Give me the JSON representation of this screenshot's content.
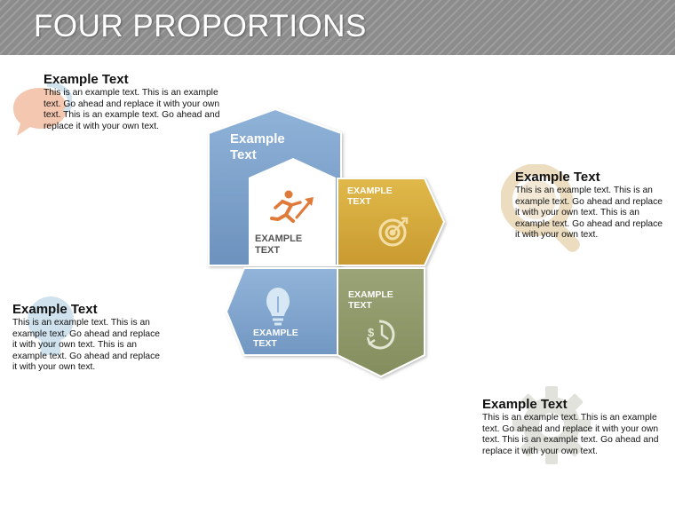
{
  "title": "FOUR PROPORTIONS",
  "colors": {
    "header": "#8c8c8c",
    "blue": "#7a9fc6",
    "blue_light": "#8fb2d8",
    "gold": "#d4aa3e",
    "olive": "#8f996a",
    "orange": "#e07a3a",
    "peach": "#f4c8b0",
    "sand": "#ecdcc0",
    "teal_light": "#cfe2ee",
    "grey_light": "#e2e2dc"
  },
  "callouts": [
    {
      "heading": "Example Text",
      "body": "This is an example text. This is an example text. Go ahead and replace it with your own text. This is an example text. Go ahead and replace it with your own text.",
      "icon": "speech-bubble-icon"
    },
    {
      "heading": "Example Text",
      "body": "This is an example text. This is an example text. Go ahead and replace it with your own text. This is an example text. Go ahead and replace it with your own text.",
      "icon": "magnifier-icon"
    },
    {
      "heading": "Example Text",
      "body": "This is an example text. This is an example text. Go ahead and replace it with your own text. This is an example text. Go ahead and replace it with your own text.",
      "icon": "lightbulb-icon"
    },
    {
      "heading": "Example Text",
      "body": "This is an example text. This is an example text. Go ahead and replace it with your own text. This is an example text. Go ahead and replace it with your own text.",
      "icon": "gear-icon"
    }
  ],
  "diagram": {
    "top_label_line1": "Example",
    "top_label_line2": "Text",
    "center_label_line1": "EXAMPLE",
    "center_label_line2": "TEXT",
    "gold_label_line1": "EXAMPLE",
    "gold_label_line2": "TEXT",
    "blue_label_line1": "EXAMPLE",
    "blue_label_line2": "TEXT",
    "olive_label_line1": "EXAMPLE",
    "olive_label_line2": "TEXT",
    "icons": [
      "running-man-icon",
      "target-icon",
      "lightbulb-icon",
      "dollar-clock-icon"
    ]
  }
}
